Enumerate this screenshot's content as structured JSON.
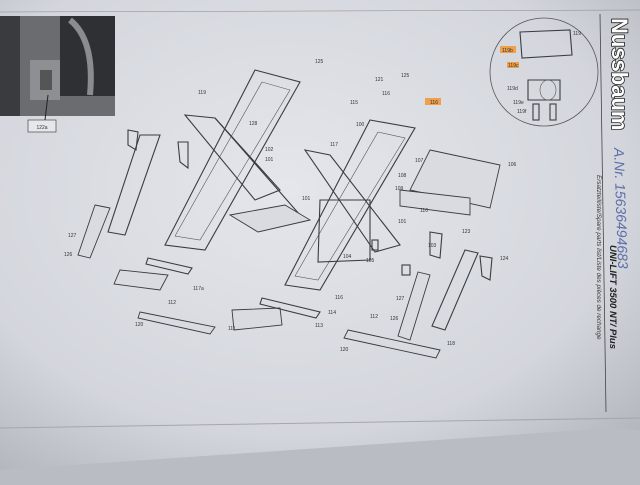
{
  "brand": "Nussbaum",
  "title": "Ersatzteilliste/Spare parts list/Liste des pièces de rechange",
  "model": "UNI-LIFT 3500 NT/ Plus",
  "handwritten_note": "A.Nr. 15636494683",
  "photo_callout": "122a",
  "detail_callouts": [
    "119",
    "119b",
    "119c",
    "119d",
    "119e",
    "119f",
    "119a"
  ],
  "part_labels": {
    "p125a": "125",
    "p121": "121",
    "p125b": "125",
    "p116a": "116",
    "p116b": "116",
    "p115": "115",
    "p119": "119",
    "p100": "100",
    "p128": "128",
    "p102": "102",
    "p101a": "101",
    "p117": "117",
    "p101b": "101",
    "p101c": "101",
    "p107": "107",
    "p106": "106",
    "p108": "108",
    "p109": "109",
    "p110": "110",
    "p104": "104",
    "p105": "105",
    "p103": "103",
    "p123": "123",
    "p124": "124",
    "p127a": "127",
    "p126a": "126",
    "p127b": "127",
    "p126b": "126",
    "p118": "118",
    "p112a": "112",
    "p120a": "120",
    "p111": "111",
    "p113": "113",
    "p114": "114",
    "p112b": "112",
    "p120b": "120",
    "p117a": "117a",
    "p116c": "116"
  }
}
